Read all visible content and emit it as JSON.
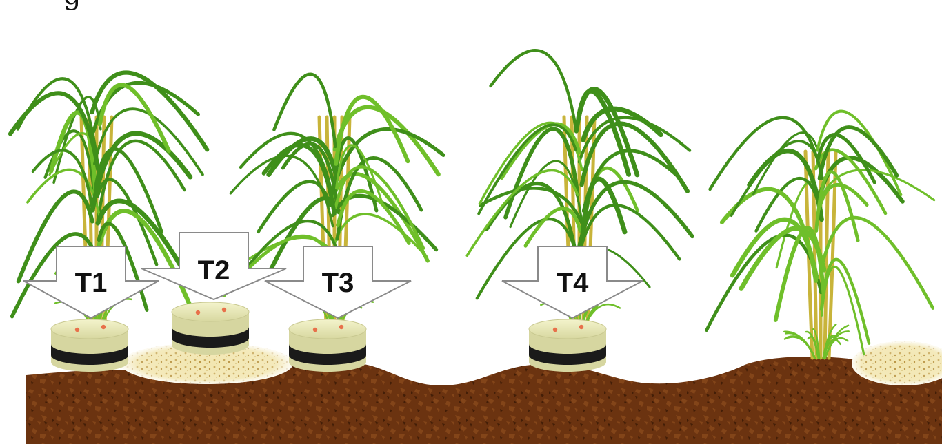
{
  "caption_fragment": "g",
  "treatments": [
    {
      "label": "T1"
    },
    {
      "label": "T2"
    },
    {
      "label": "T3"
    },
    {
      "label": "T4"
    }
  ],
  "colors": {
    "soil": "#6b3310",
    "soil_dark": "#4a2208",
    "soil_light": "#8a4a1c",
    "leaf": "#6fbf2a",
    "leaf_dark": "#3f8f1a",
    "stalk": "#c8b43a",
    "disc_top": "#e6e6b0",
    "disc_band": "#1a1a1a",
    "disc_dot": "#e8704a",
    "mulch": "#f2e6b0",
    "arrow_fill": "#ffffff",
    "arrow_stroke": "#8a8a8a"
  }
}
